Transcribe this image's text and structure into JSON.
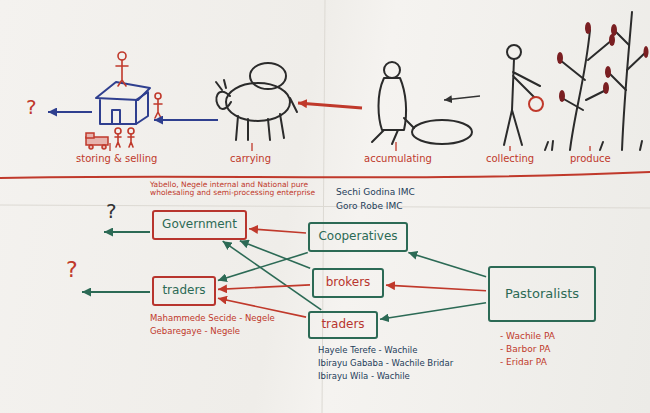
{
  "diagram": {
    "nodes": [
      {
        "text": [
          "Government"
        ]
      },
      {
        "text": [
          "traders"
        ]
      },
      {
        "text": [
          "Cooperatives"
        ]
      },
      {
        "text": [
          "brokers"
        ]
      },
      {
        "text": [
          "traders"
        ]
      },
      {
        "text": [
          "Pastoralists"
        ]
      }
    ],
    "edges": [
      {
        "from": 2,
        "to": 0,
        "arrow": "to"
      },
      {
        "from": 3,
        "to": 0,
        "arrow": "to"
      },
      {
        "from": 4,
        "to": 0,
        "arrow": "to"
      },
      {
        "from": 2,
        "to": 1,
        "arrow": "to"
      },
      {
        "from": 3,
        "to": 1,
        "arrow": "to"
      },
      {
        "from": 4,
        "to": 1,
        "arrow": "to"
      },
      {
        "from": 5,
        "to": 2,
        "arrow": "to"
      },
      {
        "from": 5,
        "to": 3,
        "arrow": "to"
      },
      {
        "from": 5,
        "to": 4,
        "arrow": "to"
      }
    ],
    "labels": [
      "?",
      "storing & selling",
      "carrying",
      "accumulating",
      "collecting",
      "produce",
      "Yabello, Negele internal and National pure wholesaling and semi-processing enterprise",
      "Sechi Godina IMC",
      "Goro Robe IMC",
      "?",
      "?",
      "Mahammede Secide - Negele",
      "Gebaregaye - Negele",
      "Hayele Terefe - Wachile",
      "Ibirayu Gababa - Wachile Bridar",
      "Ibirayu Wila - Wachile",
      "- Wachile PA",
      "- Barbor PA",
      "- Eridar PA"
    ]
  }
}
